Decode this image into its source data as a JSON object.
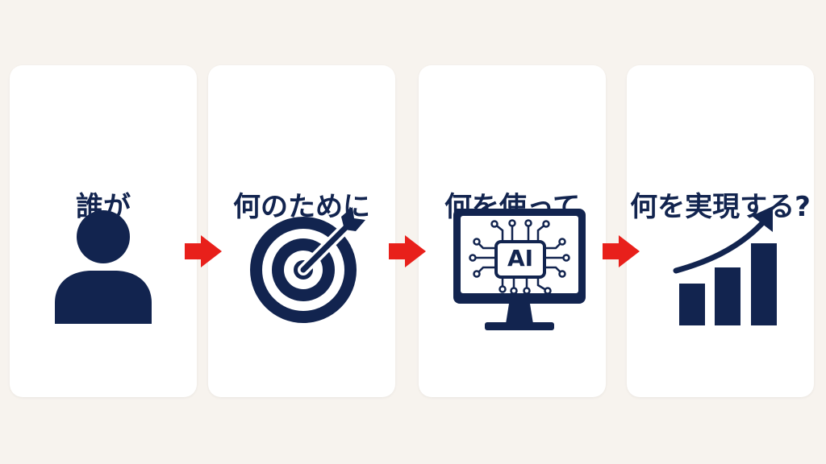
{
  "colors": {
    "background": "#f7f3ee",
    "card": "#ffffff",
    "navy": "#12244f",
    "arrow": "#e8201b"
  },
  "steps": [
    {
      "title": "誰が",
      "icon": "person-icon"
    },
    {
      "title": "何のために",
      "icon": "target-arrow-icon"
    },
    {
      "title": "何を使って",
      "icon": "ai-monitor-icon",
      "icon_text": "AI"
    },
    {
      "title": "何を実現する?",
      "icon": "growth-chart-icon"
    }
  ],
  "connectors": [
    "arrow-right-icon",
    "arrow-right-icon",
    "arrow-right-icon"
  ]
}
